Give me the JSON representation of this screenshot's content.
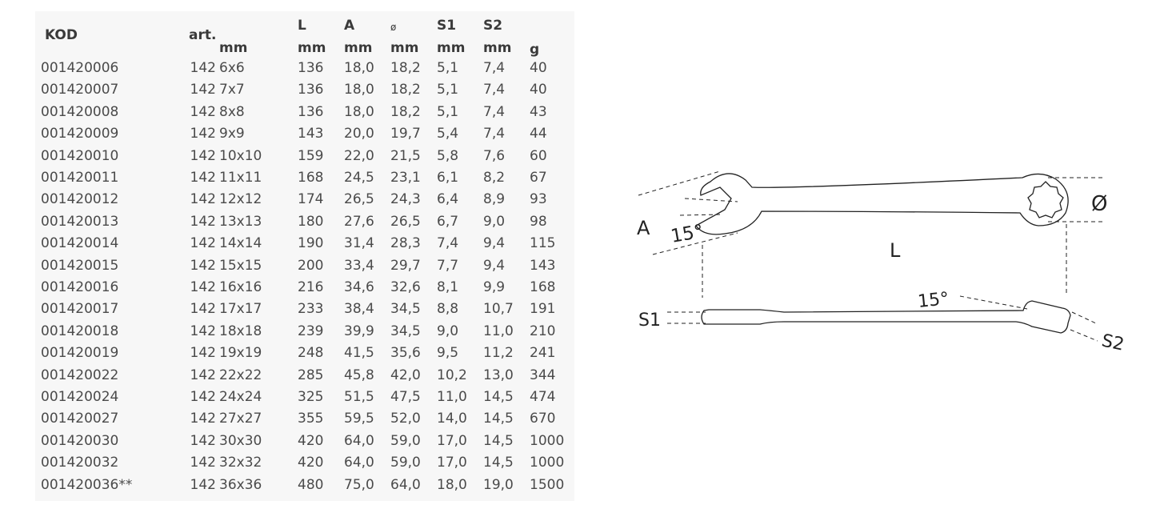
{
  "headers": {
    "kod": "KOD",
    "art": "art.",
    "mm": "mm",
    "L": "L",
    "L_unit": "mm",
    "A": "A",
    "A_unit": "mm",
    "d": "ø",
    "d_unit": "mm",
    "s1": "S1",
    "s1_unit": "mm",
    "s2": "S2",
    "s2_unit": "mm",
    "g": "g"
  },
  "rows": [
    [
      "001420006",
      "142",
      "6x6",
      "136",
      "18,0",
      "18,2",
      "5,1",
      "7,4",
      "40"
    ],
    [
      "001420007",
      "142",
      "7x7",
      "136",
      "18,0",
      "18,2",
      "5,1",
      "7,4",
      "40"
    ],
    [
      "001420008",
      "142",
      "8x8",
      "136",
      "18,0",
      "18,2",
      "5,1",
      "7,4",
      "43"
    ],
    [
      "001420009",
      "142",
      "9x9",
      "143",
      "20,0",
      "19,7",
      "5,4",
      "7,4",
      "44"
    ],
    [
      "001420010",
      "142",
      "10x10",
      "159",
      "22,0",
      "21,5",
      "5,8",
      "7,6",
      "60"
    ],
    [
      "001420011",
      "142",
      "11x11",
      "168",
      "24,5",
      "23,1",
      "6,1",
      "8,2",
      "67"
    ],
    [
      "001420012",
      "142",
      "12x12",
      "174",
      "26,5",
      "24,3",
      "6,4",
      "8,9",
      "93"
    ],
    [
      "001420013",
      "142",
      "13x13",
      "180",
      "27,6",
      "26,5",
      "6,7",
      "9,0",
      "98"
    ],
    [
      "001420014",
      "142",
      "14x14",
      "190",
      "31,4",
      "28,3",
      "7,4",
      "9,4",
      "115"
    ],
    [
      "001420015",
      "142",
      "15x15",
      "200",
      "33,4",
      "29,7",
      "7,7",
      "9,4",
      "143"
    ],
    [
      "001420016",
      "142",
      "16x16",
      "216",
      "34,6",
      "32,6",
      "8,1",
      "9,9",
      "168"
    ],
    [
      "001420017",
      "142",
      "17x17",
      "233",
      "38,4",
      "34,5",
      "8,8",
      "10,7",
      "191"
    ],
    [
      "001420018",
      "142",
      "18x18",
      "239",
      "39,9",
      "34,5",
      "9,0",
      "11,0",
      "210"
    ],
    [
      "001420019",
      "142",
      "19x19",
      "248",
      "41,5",
      "35,6",
      "9,5",
      "11,2",
      "241"
    ],
    [
      "001420022",
      "142",
      "22x22",
      "285",
      "45,8",
      "42,0",
      "10,2",
      "13,0",
      "344"
    ],
    [
      "001420024",
      "142",
      "24x24",
      "325",
      "51,5",
      "47,5",
      "11,0",
      "14,5",
      "474"
    ],
    [
      "001420027",
      "142",
      "27x27",
      "355",
      "59,5",
      "52,0",
      "14,0",
      "14,5",
      "670"
    ],
    [
      "001420030",
      "142",
      "30x30",
      "420",
      "64,0",
      "59,0",
      "17,0",
      "14,5",
      "1000"
    ],
    [
      "001420032",
      "142",
      "32x32",
      "420",
      "64,0",
      "59,0",
      "17,0",
      "14,5",
      "1000"
    ],
    [
      "001420036**",
      "142",
      "36x36",
      "480",
      "75,0",
      "64,0",
      "18,0",
      "19,0",
      "1500"
    ]
  ],
  "drawing": {
    "label_A": "A",
    "label_angle_top": "15°",
    "label_L": "L",
    "label_diameter": "Ø",
    "label_S1": "S1",
    "label_angle_side": "15°",
    "label_S2": "S2"
  }
}
